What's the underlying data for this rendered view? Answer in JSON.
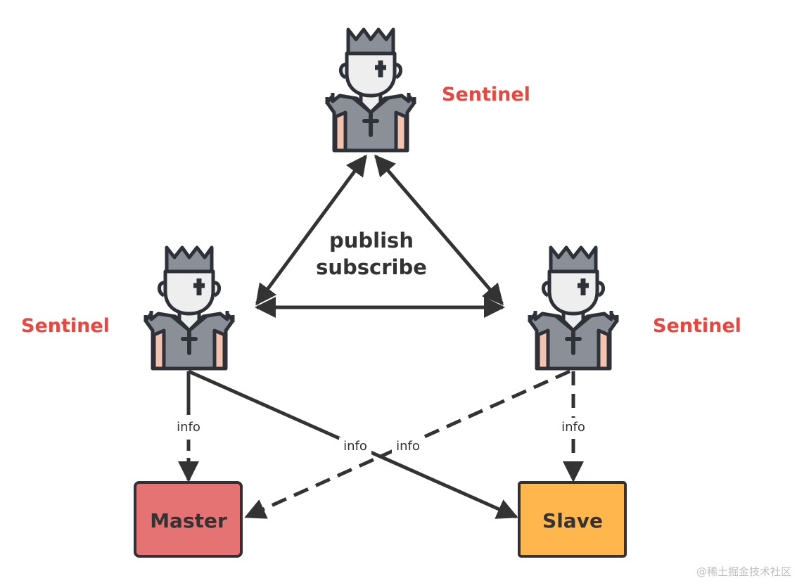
{
  "nodes": {
    "sentinel_top": {
      "label": "Sentinel"
    },
    "sentinel_left": {
      "label": "Sentinel"
    },
    "sentinel_right": {
      "label": "Sentinel"
    },
    "master": {
      "label": "Master"
    },
    "slave": {
      "label": "Slave"
    }
  },
  "center_label": {
    "line1": "publish",
    "line2": "subscribe"
  },
  "edge_labels": {
    "left_to_master": "info",
    "left_to_slave": "info",
    "right_to_master": "info",
    "right_to_slave": "info"
  },
  "watermark": "@稀土掘金技术社区",
  "colors": {
    "sentinel_label": "#e8463f",
    "master_fill": "#e57373",
    "slave_fill": "#ffb74d",
    "line": "#333333",
    "robe": "#8a8f98",
    "skin": "#eeeeee",
    "cheek": "#f4c3b0"
  },
  "icons": [
    "sentinel-icon",
    "sentinel-icon",
    "sentinel-icon"
  ]
}
